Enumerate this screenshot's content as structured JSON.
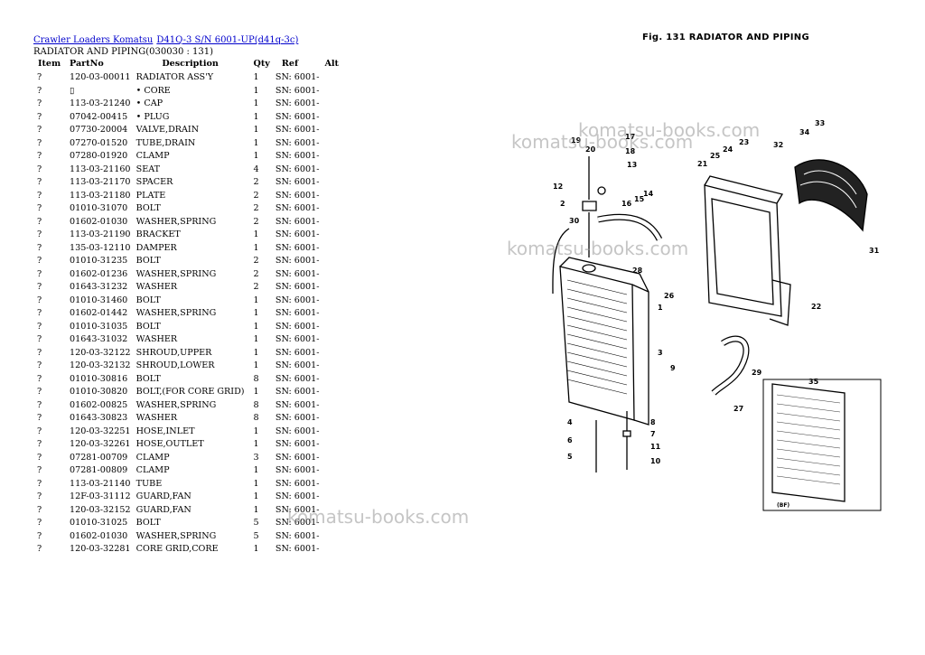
{
  "breadcrumb": {
    "item1": "Crawler Loaders Komatsu",
    "item2": "D41Q-3 S/N 6001-UP(d41q-3c)"
  },
  "subtitle": "RADIATOR AND PIPING(030030 : 131)",
  "table": {
    "headers": {
      "item": "Item",
      "partno": "PartNo",
      "description": "Description",
      "qty": "Qty",
      "ref": "Ref",
      "alt": "Alt"
    },
    "rows": [
      {
        "item": "?",
        "partno": "120-03-00011",
        "desc": "RADIATOR ASS'Y",
        "qty": "1",
        "ref": "SN: 6001-"
      },
      {
        "item": "?",
        "partno": "▯",
        "desc": "• CORE",
        "qty": "1",
        "ref": "SN: 6001-"
      },
      {
        "item": "?",
        "partno": "113-03-21240",
        "desc": "• CAP",
        "qty": "1",
        "ref": "SN: 6001-"
      },
      {
        "item": "?",
        "partno": "07042-00415",
        "desc": "• PLUG",
        "qty": "1",
        "ref": "SN: 6001-"
      },
      {
        "item": "?",
        "partno": "07730-20004",
        "desc": "VALVE,DRAIN",
        "qty": "1",
        "ref": "SN: 6001-"
      },
      {
        "item": "?",
        "partno": "07270-01520",
        "desc": "TUBE,DRAIN",
        "qty": "1",
        "ref": "SN: 6001-"
      },
      {
        "item": "?",
        "partno": "07280-01920",
        "desc": "CLAMP",
        "qty": "1",
        "ref": "SN: 6001-"
      },
      {
        "item": "?",
        "partno": "113-03-21160",
        "desc": "SEAT",
        "qty": "4",
        "ref": "SN: 6001-"
      },
      {
        "item": "?",
        "partno": "113-03-21170",
        "desc": "SPACER",
        "qty": "2",
        "ref": "SN: 6001-"
      },
      {
        "item": "?",
        "partno": "113-03-21180",
        "desc": "PLATE",
        "qty": "2",
        "ref": "SN: 6001-"
      },
      {
        "item": "?",
        "partno": "01010-31070",
        "desc": "BOLT",
        "qty": "2",
        "ref": "SN: 6001-"
      },
      {
        "item": "?",
        "partno": "01602-01030",
        "desc": "WASHER,SPRING",
        "qty": "2",
        "ref": "SN: 6001-"
      },
      {
        "item": "?",
        "partno": "113-03-21190",
        "desc": "BRACKET",
        "qty": "1",
        "ref": "SN: 6001-"
      },
      {
        "item": "?",
        "partno": "135-03-12110",
        "desc": "DAMPER",
        "qty": "1",
        "ref": "SN: 6001-"
      },
      {
        "item": "?",
        "partno": "01010-31235",
        "desc": "BOLT",
        "qty": "2",
        "ref": "SN: 6001-"
      },
      {
        "item": "?",
        "partno": "01602-01236",
        "desc": "WASHER,SPRING",
        "qty": "2",
        "ref": "SN: 6001-"
      },
      {
        "item": "?",
        "partno": "01643-31232",
        "desc": "WASHER",
        "qty": "2",
        "ref": "SN: 6001-"
      },
      {
        "item": "?",
        "partno": "01010-31460",
        "desc": "BOLT",
        "qty": "1",
        "ref": "SN: 6001-"
      },
      {
        "item": "?",
        "partno": "01602-01442",
        "desc": "WASHER,SPRING",
        "qty": "1",
        "ref": "SN: 6001-"
      },
      {
        "item": "?",
        "partno": "01010-31035",
        "desc": "BOLT",
        "qty": "1",
        "ref": "SN: 6001-"
      },
      {
        "item": "?",
        "partno": "01643-31032",
        "desc": "WASHER",
        "qty": "1",
        "ref": "SN: 6001-"
      },
      {
        "item": "?",
        "partno": "120-03-32122",
        "desc": "SHROUD,UPPER",
        "qty": "1",
        "ref": "SN: 6001-"
      },
      {
        "item": "?",
        "partno": "120-03-32132",
        "desc": "SHROUD,LOWER",
        "qty": "1",
        "ref": "SN: 6001-"
      },
      {
        "item": "?",
        "partno": "01010-30816",
        "desc": "BOLT",
        "qty": "8",
        "ref": "SN: 6001-"
      },
      {
        "item": "?",
        "partno": "01010-30820",
        "desc": "BOLT,(FOR CORE GRID)",
        "qty": "1",
        "ref": "SN: 6001-"
      },
      {
        "item": "?",
        "partno": "01602-00825",
        "desc": "WASHER,SPRING",
        "qty": "8",
        "ref": "SN: 6001-"
      },
      {
        "item": "?",
        "partno": "01643-30823",
        "desc": "WASHER",
        "qty": "8",
        "ref": "SN: 6001-"
      },
      {
        "item": "?",
        "partno": "120-03-32251",
        "desc": "HOSE,INLET",
        "qty": "1",
        "ref": "SN: 6001-"
      },
      {
        "item": "?",
        "partno": "120-03-32261",
        "desc": "HOSE,OUTLET",
        "qty": "1",
        "ref": "SN: 6001-"
      },
      {
        "item": "?",
        "partno": "07281-00709",
        "desc": "CLAMP",
        "qty": "3",
        "ref": "SN: 6001-"
      },
      {
        "item": "?",
        "partno": "07281-00809",
        "desc": "CLAMP",
        "qty": "1",
        "ref": "SN: 6001-"
      },
      {
        "item": "?",
        "partno": "113-03-21140",
        "desc": "TUBE",
        "qty": "1",
        "ref": "SN: 6001-"
      },
      {
        "item": "?",
        "partno": "12F-03-31112",
        "desc": "GUARD,FAN",
        "qty": "1",
        "ref": "SN: 6001-"
      },
      {
        "item": "?",
        "partno": "120-03-32152",
        "desc": "GUARD,FAN",
        "qty": "1",
        "ref": "SN: 6001-"
      },
      {
        "item": "?",
        "partno": "01010-31025",
        "desc": "BOLT",
        "qty": "5",
        "ref": "SN: 6001-"
      },
      {
        "item": "?",
        "partno": "01602-01030",
        "desc": "WASHER,SPRING",
        "qty": "5",
        "ref": "SN: 6001-"
      },
      {
        "item": "?",
        "partno": "120-03-32281",
        "desc": "CORE GRID,CORE",
        "qty": "1",
        "ref": "SN: 6001-"
      }
    ]
  },
  "figure": {
    "title": "Fig. 131   RADIATOR AND PIPING",
    "inset_label": "(BF)",
    "callouts": [
      "1",
      "2",
      "3",
      "4",
      "5",
      "6",
      "7",
      "8",
      "9",
      "10",
      "11",
      "12",
      "13",
      "14",
      "15",
      "16",
      "17",
      "18",
      "19",
      "20",
      "21",
      "22",
      "23",
      "24",
      "25",
      "26",
      "27",
      "28",
      "29",
      "30",
      "31",
      "32",
      "33",
      "34",
      "35"
    ]
  },
  "watermark": "komatsu-books.com"
}
